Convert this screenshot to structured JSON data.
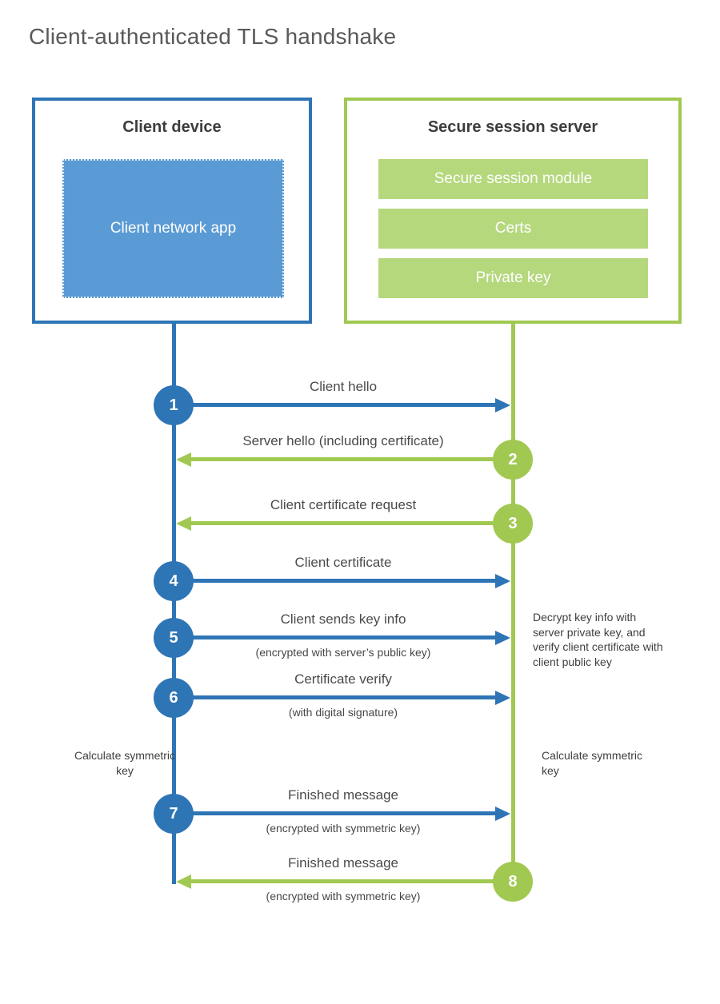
{
  "title": "Client-authenticated TLS handshake",
  "colors": {
    "blue_dark": "#2e75b6",
    "blue_light": "#5b9bd5",
    "green_dark": "#a1c952",
    "green_light": "#b5d87d",
    "title_gray": "#58595b",
    "text_dark": "#3d3d3d"
  },
  "client": {
    "heading": "Client device",
    "app_label": "Client network app"
  },
  "server": {
    "heading": "Secure session server",
    "modules": [
      "Secure session module",
      "Certs",
      "Private key"
    ]
  },
  "messages": [
    {
      "step": "1",
      "label": "Client hello",
      "sublabel": "",
      "direction": "client-to-server"
    },
    {
      "step": "2",
      "label": "Server hello (including certificate)",
      "sublabel": "",
      "direction": "server-to-client"
    },
    {
      "step": "3",
      "label": "Client certificate request",
      "sublabel": "",
      "direction": "server-to-client"
    },
    {
      "step": "4",
      "label": "Client certificate",
      "sublabel": "",
      "direction": "client-to-server"
    },
    {
      "step": "5",
      "label": "Client sends key info",
      "sublabel": "(encrypted with server’s public key)",
      "direction": "client-to-server"
    },
    {
      "step": "6",
      "label": "Certificate verify",
      "sublabel": "(with digital signature)",
      "direction": "client-to-server"
    },
    {
      "step": "7",
      "label": "Finished message",
      "sublabel": "(encrypted with symmetric key)",
      "direction": "client-to-server"
    },
    {
      "step": "8",
      "label": "Finished message",
      "sublabel": "(encrypted with symmetric key)",
      "direction": "server-to-client"
    }
  ],
  "notes": {
    "decrypt_note": "Decrypt key info with server private key, and verify client certificate with client public key",
    "calculate_left": "Calculate symmetric key",
    "calculate_right": "Calculate symmetric key"
  }
}
